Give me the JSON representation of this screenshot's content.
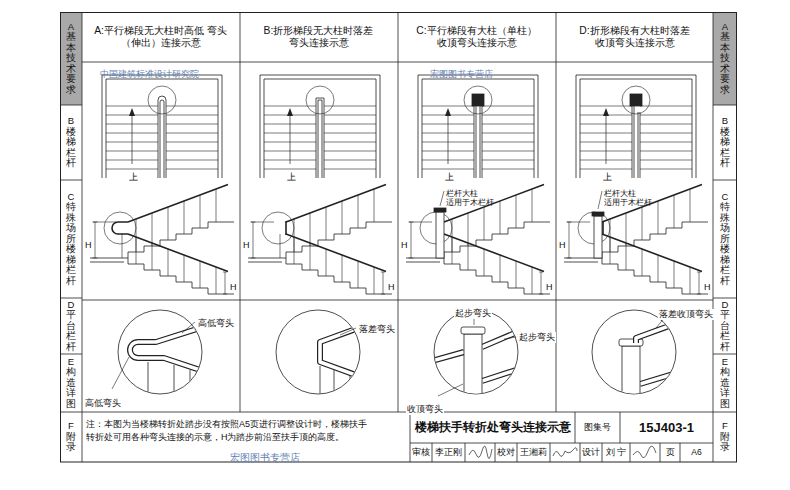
{
  "diagram": {
    "title": "楼梯扶手转折处弯头连接示意",
    "labels": [
      "A 基本技术要求",
      "B 楼梯栏杆",
      "C 特殊场所楼梯栏杆",
      "D 平台栏杆",
      "E 构造详图",
      "F 附录",
      "A 基本技术要求",
      "B 楼梯栏杆",
      "C 特殊场所楼梯栏杆",
      "D 平台栏杆",
      "E 构造详图",
      "F 附录",
      "A:平行梯段无大柱时高低 弯头（伸出）连接示意",
      "B:折形梯段无大柱时落差 弯头连接示意",
      "C:平行梯段有大柱（单柱） 收顶弯头连接示意",
      "D:折形梯段有大柱时落差 收顶弯头连接示意",
      "上",
      "上",
      "上",
      "上",
      "H",
      "H",
      "H",
      "H",
      "H",
      "H",
      "H",
      "H",
      "栏杆大柱",
      "适用于木栏杆",
      "栏杆大柱",
      "适用于木栏杆",
      "高低弯头",
      "高低弯头",
      "落差弯头",
      "起步弯头",
      "起步弯头",
      "收顶弯头",
      "落差收顶弯头",
      "注：本图为当楼梯转折处踏步没有按照A5页进行调整设计时，楼梯扶手 转折处可用各种弯头连接的示意，H为踏步前沿至扶手顶的高度。",
      "图集号",
      "15J403-1",
      "审核",
      "李正刚",
      "校对",
      "王湘莉",
      "设计",
      "刘 宁",
      "页",
      "A6",
      "中国建筑标准设计研究院",
      "宏图图书专营店",
      "宏图图书专营店"
    ]
  }
}
